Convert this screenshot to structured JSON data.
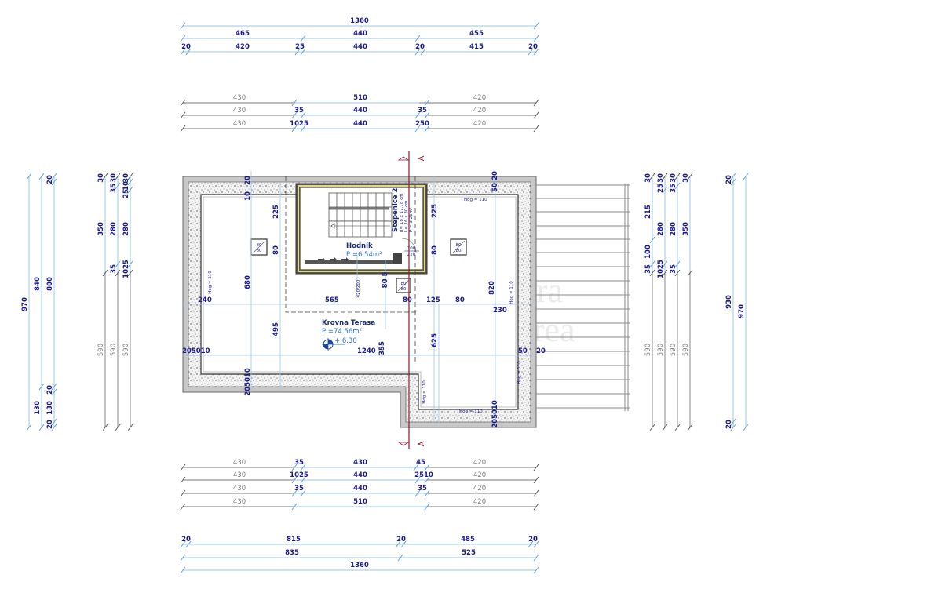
{
  "drawing": {
    "type": "floor-plan",
    "level": "roof terrace",
    "section_marker": "A"
  },
  "top_dims": {
    "row1": {
      "total": "1360"
    },
    "row2": [
      "465",
      "440",
      "455"
    ],
    "row3": [
      "20",
      "420",
      "25",
      "440",
      "20",
      "415",
      "20"
    ]
  },
  "upper_dims": {
    "row1": [
      "430",
      "510",
      "420"
    ],
    "row2": [
      "430",
      "35",
      "440",
      "35",
      "420"
    ],
    "row3": [
      "430",
      "105",
      "25",
      "440",
      "25",
      "10",
      "420"
    ],
    "row3_labels": [
      "430",
      "1025",
      "440",
      "250",
      "420"
    ]
  },
  "lower_dims": {
    "row1": [
      "430",
      "35",
      "430",
      "45",
      "420"
    ],
    "row2": [
      "430",
      "1025",
      "440",
      "2510",
      "420"
    ],
    "row3": [
      "430",
      "35",
      "440",
      "35",
      "420"
    ],
    "row4": [
      "430",
      "510",
      "420"
    ]
  },
  "bottom_dims": {
    "row1": [
      "20",
      "815",
      "20",
      "485",
      "20"
    ],
    "row2": [
      "835",
      "525"
    ],
    "row3": {
      "total": "1360"
    }
  },
  "left_dims": {
    "outer": {
      "total": "970"
    },
    "chain2": [
      "840",
      "130"
    ],
    "chain3": [
      "20",
      "800",
      "20",
      "130",
      "20"
    ],
    "inner1": [
      "30",
      "350",
      "590"
    ],
    "inner2": [
      "30",
      "35",
      "280",
      "35",
      "590"
    ],
    "inner3": [
      "30",
      "25",
      "10",
      "280",
      "1025",
      "590"
    ]
  },
  "right_dims": {
    "inner1": [
      "30",
      "25",
      "215",
      "100",
      "35",
      "590"
    ],
    "inner2": [
      "30",
      "280",
      "1025",
      "590"
    ],
    "inner3": [
      "30",
      "35",
      "280",
      "35",
      "590"
    ],
    "inner4": [
      "30",
      "350",
      "590"
    ],
    "outer1": [
      "20",
      "930",
      "20"
    ],
    "outer2": {
      "total": "970"
    }
  },
  "rooms": [
    {
      "name": "Hodnik",
      "area": "P =6.54m²"
    },
    {
      "name": "Krovna Terasa",
      "area": "P =74.56m²",
      "level": "+ 6.30"
    }
  ],
  "stairs": {
    "label": "Stepenice 2",
    "spec1": "h= 18 x 17.78 cm",
    "spec2": "l = 16 x 30 cm",
    "spec3": "P = 3.26m²"
  },
  "door": {
    "width": "100",
    "height": "220"
  },
  "openings": [
    {
      "w": "80",
      "h": "80"
    },
    {
      "w": "80",
      "h": "80"
    },
    {
      "w": "80",
      "h": "80"
    }
  ],
  "interior_dims": {
    "left_width": "240",
    "mid_width": "565",
    "d80a": "80",
    "d125": "125",
    "d80b": "80",
    "right_230": "230",
    "total_1240": "1240",
    "h680": "680",
    "h495": "495",
    "h225a": "225",
    "h225b": "225",
    "h80a": "80",
    "h80b": "80",
    "h820": "820",
    "h625": "625",
    "h355": "355",
    "h80_5": "80  5",
    "d420_200": "420/200",
    "top20": "20",
    "top10": "10",
    "top20r": "20",
    "top50": "50",
    "left_205010": "205010",
    "bottom_205010": "205010",
    "right_50": "50",
    "right_20": "20",
    "br_205010": "205010"
  },
  "parapet_labels": {
    "hog110_left": "Hog = 110",
    "hog110_top": "Hog = 110",
    "hog110_right": "Hog = 110",
    "hog110_notch": "Hog = 110",
    "hog110_bottom": "Hog = 110",
    "hog110_rside": "Hog = 110"
  },
  "watermark": {
    "line1": "Terra",
    "line2": "Aurea"
  },
  "colors": {
    "dim_line": "#9cc8ea",
    "dim_text": "#1a1a8c",
    "grey_dim": "#6b6b6b",
    "wall": "#b8b8b8",
    "section": "#8a1a2a",
    "area_text": "#2a6fc9"
  }
}
